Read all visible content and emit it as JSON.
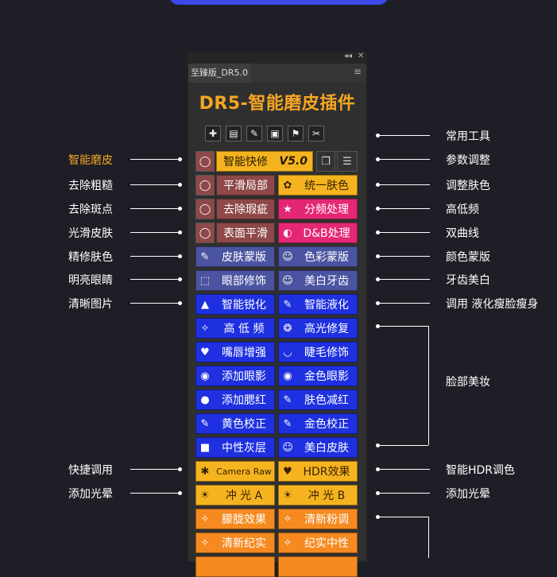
{
  "panel": {
    "tab": "至臻版_DR5.0",
    "title": "DR5-智能磨皮插件",
    "collapse": "◂◂",
    "close": "✕",
    "menu": "≡"
  },
  "tools": [
    "✚",
    "▤",
    "✎",
    "▣",
    "⚑",
    "✂"
  ],
  "colors": {
    "bg": "#1e1f26",
    "panel": "#2f2f2f",
    "title": "#f5a623",
    "gold": "#f5b41f",
    "maroon": "#8e4848",
    "pink": "#e42774",
    "slate": "#4b54a0",
    "blue": "#1e30e0",
    "orange": "#f58a20"
  },
  "row0": {
    "lasso_icon": "lasso-icon",
    "main": "智能快修",
    "version": "V5.0",
    "sq1": "layers-icon",
    "sq2": "sliders-icon"
  },
  "left_buttons": [
    "平滑局部",
    "去除瑕疵",
    "表面平滑",
    "皮肤蒙版",
    "眼部修饰",
    "智能锐化",
    "高 低 频",
    "嘴唇增强",
    "添加眼影",
    "添加腮红",
    "黄色校正",
    "中性灰层",
    "Camera Raw",
    "冲 光 A",
    "朦胧效果",
    "清新纪实"
  ],
  "right_buttons": [
    "统一肤色",
    "分频处理",
    "D&B处理",
    "色彩蒙版",
    "美白牙齿",
    "智能液化",
    "高光修复",
    "睫毛修饰",
    "金色眼影",
    "肤色减红",
    "金色校正",
    "美白皮肤",
    "HDR效果",
    "冲 光 B",
    "清新粉调",
    "纪实中性"
  ],
  "left_labels": [
    "智能磨皮",
    "去除粗糙",
    "去除斑点",
    "光滑皮肤",
    "精修肤色",
    "明亮眼睛",
    "清晰图片",
    "快捷调用",
    "添加光晕"
  ],
  "right_labels": [
    "常用工具",
    "参数调整",
    "调整肤色",
    "高低频",
    "双曲线",
    "颜色蒙版",
    "牙齿美白",
    "调用 液化瘦脸瘦身",
    "脸部美妆",
    "智能HDR调色",
    "添加光晕"
  ]
}
